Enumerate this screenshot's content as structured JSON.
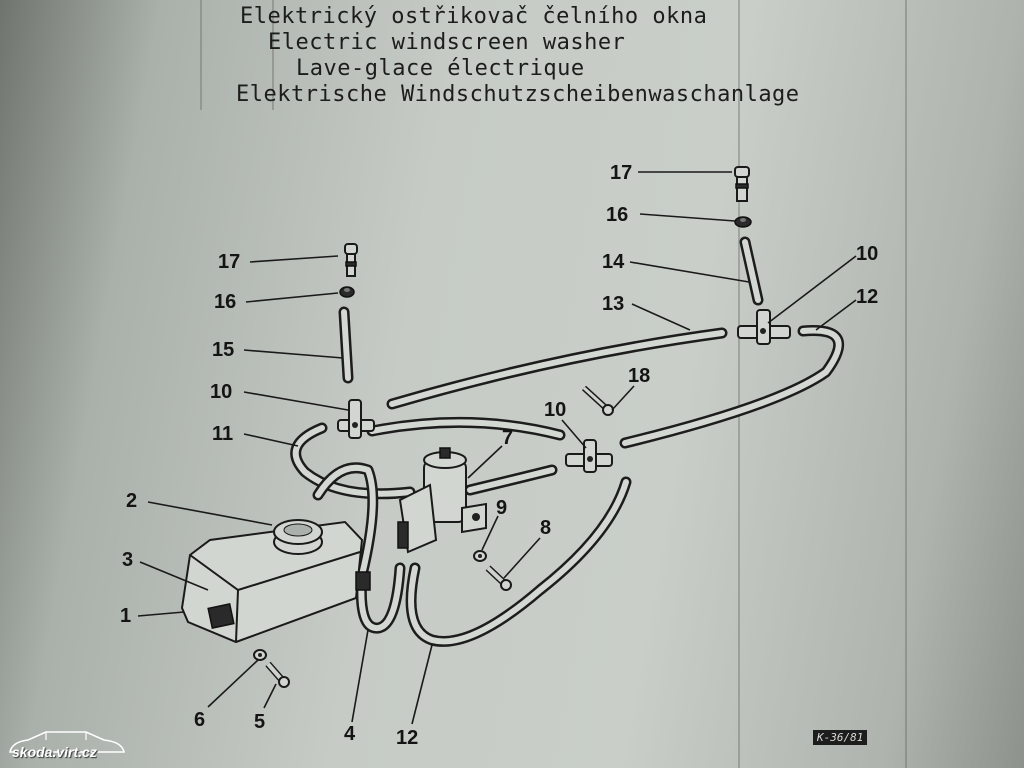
{
  "title_lines": [
    "Elektrický ostřikovač čelního okna",
    "Electric windscreen washer",
    "Lave-glace électrique",
    "Elektrische Windschutzscheibenwaschanlage"
  ],
  "callouts": {
    "c1": "1",
    "c2": "2",
    "c3": "3",
    "c4": "4",
    "c5": "5",
    "c6": "6",
    "c7": "7",
    "c8": "8",
    "c9": "9",
    "c10a": "10",
    "c10b": "10",
    "c10c": "10",
    "c11": "11",
    "c12a": "12",
    "c12b": "12",
    "c13": "13",
    "c14": "14",
    "c15": "15",
    "c16a": "16",
    "c16b": "16",
    "c17a": "17",
    "c17b": "17",
    "c18": "18"
  },
  "ref_code": "K-36/81",
  "watermark": "skoda.virt.cz",
  "colors": {
    "paper": "#c6cbc5",
    "ink": "#1c1d1c"
  }
}
